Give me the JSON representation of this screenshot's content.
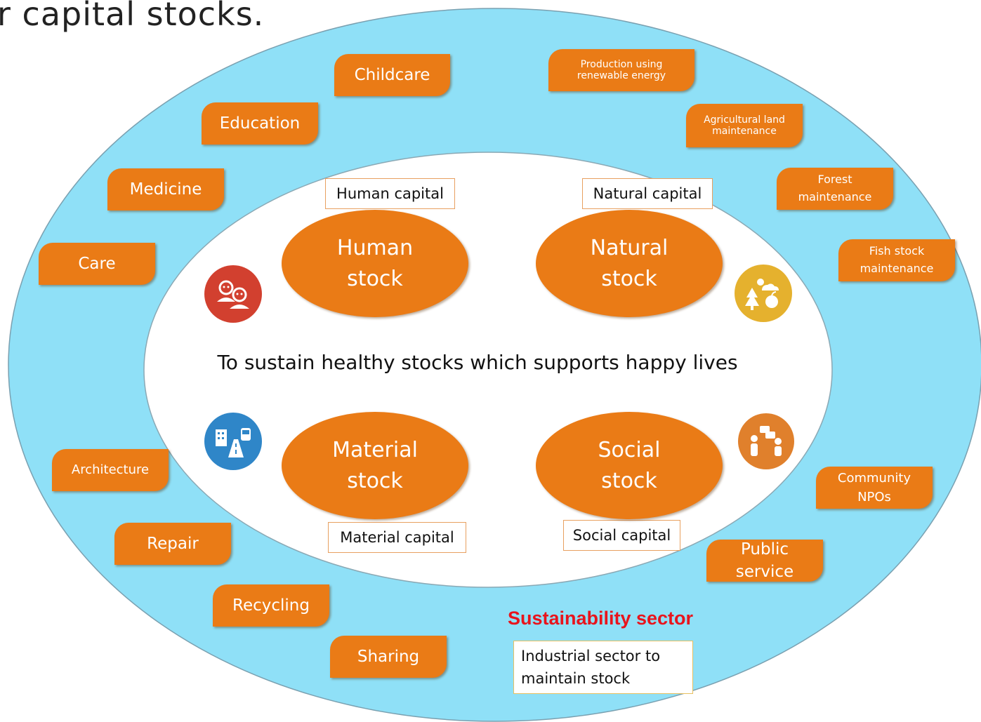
{
  "heading": "r capital stocks.",
  "colors": {
    "outer_ring": "#8fe0f7",
    "inner_area": "#ffffff",
    "tag_fill": "#ea7b16",
    "stock_fill": "#ea7b16",
    "sector_title": "#e8141c",
    "icon_human": "#d2402f",
    "icon_natural": "#e5b12e",
    "icon_material": "#2f86c8",
    "icon_social": "#e0802c"
  },
  "outer_tags": {
    "childcare": "Childcare",
    "education": "Education",
    "medicine": "Medicine",
    "care": "Care",
    "architecture": "Architecture",
    "repair": "Repair",
    "recycling": "Recycling",
    "sharing": "Sharing",
    "production_line1": "Production using",
    "production_line2": "renewable energy",
    "agri_line1": "Agricultural land",
    "agri_line2": "maintenance",
    "forest_line1": "Forest",
    "forest_line2": "maintenance",
    "fish_line1": "Fish stock",
    "fish_line2": "maintenance",
    "community_line1": "Community",
    "community_line2": "NPOs",
    "public_line1": "Public",
    "public_line2": "service"
  },
  "stocks": {
    "human_line1": "Human",
    "human_line2": "stock",
    "natural_line1": "Natural",
    "natural_line2": "stock",
    "material_line1": "Material",
    "material_line2": "stock",
    "social_line1": "Social",
    "social_line2": "stock"
  },
  "capitals": {
    "human": "Human capital",
    "natural": "Natural capital",
    "material": "Material capital",
    "social": "Social capital"
  },
  "icons": {
    "human": "people-icon",
    "natural": "nature-icon",
    "material": "infrastructure-icon",
    "social": "community-icon"
  },
  "center_text": "To sustain healthy stocks which supports happy lives",
  "sector": {
    "title": "Sustainability sector",
    "desc_line1": "Industrial sector to",
    "desc_line2": "maintain stock"
  }
}
